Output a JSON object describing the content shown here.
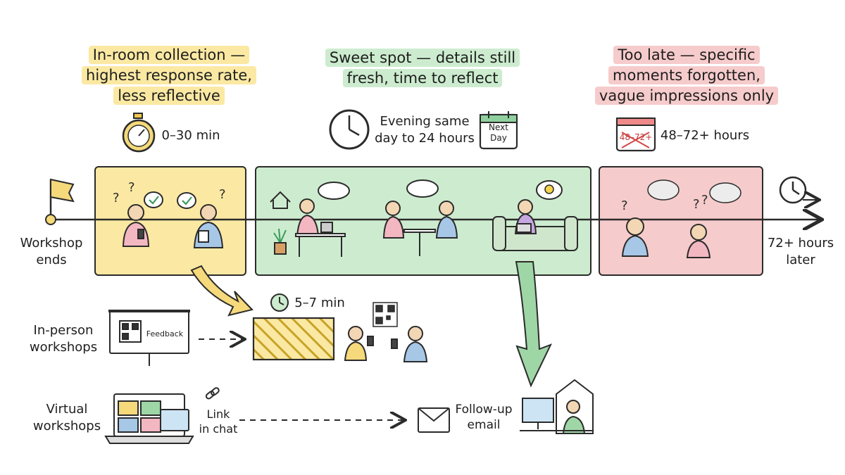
{
  "annotations": {
    "inroom": [
      "In-room collection —",
      "highest response rate,",
      "less reflective"
    ],
    "sweet": [
      "Sweet spot — details still",
      "fresh, time to reflect"
    ],
    "late": [
      "Too late — specific",
      "moments forgotten,",
      "vague impressions only"
    ]
  },
  "times": {
    "inroom": "0–30 min",
    "sweet": [
      "Evening same",
      "day to 24 hours"
    ],
    "calendar_next": [
      "Next",
      "Day"
    ],
    "calendar_late": "48–72+",
    "late": "48–72+ hours"
  },
  "timeline": {
    "start": [
      "Workshop",
      "ends"
    ],
    "end": [
      "72+ hours",
      "later"
    ]
  },
  "inperson": {
    "label": [
      "In-person",
      "workshops"
    ],
    "screen_text": "Feedback",
    "duration": "5–7 min"
  },
  "virtual": {
    "label": [
      "Virtual",
      "workshops"
    ],
    "link_text": [
      "Link",
      "in chat"
    ],
    "email_text": [
      "Follow-up",
      "email"
    ]
  },
  "colors": {
    "yellow_zone": "#fbe9a3",
    "green_zone": "#cdeccf",
    "red_zone": "#f6cbcb",
    "ink": "#2b2b2b"
  }
}
